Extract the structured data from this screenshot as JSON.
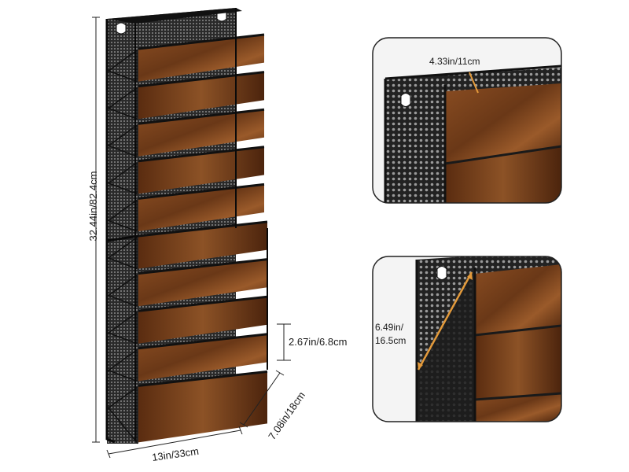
{
  "product": {
    "dimensions": {
      "height": "32.44in/82.4cm",
      "width": "13in/33cm",
      "depth": "7.08in/18cm",
      "pocket_spacing": "2.67in/6.8cm"
    },
    "pocket_count": 10
  },
  "insets": {
    "top": {
      "label": "4.33in/11cm"
    },
    "bottom": {
      "label_line1": "6.49in/",
      "label_line2": "16.5cm"
    }
  },
  "colors": {
    "background": "#ffffff",
    "wood": "#6e3b1a",
    "wood_dark": "#3f1e0b",
    "metal": "#1b1b1b",
    "inset_border": "#222222",
    "accent": "#e39a3b"
  }
}
